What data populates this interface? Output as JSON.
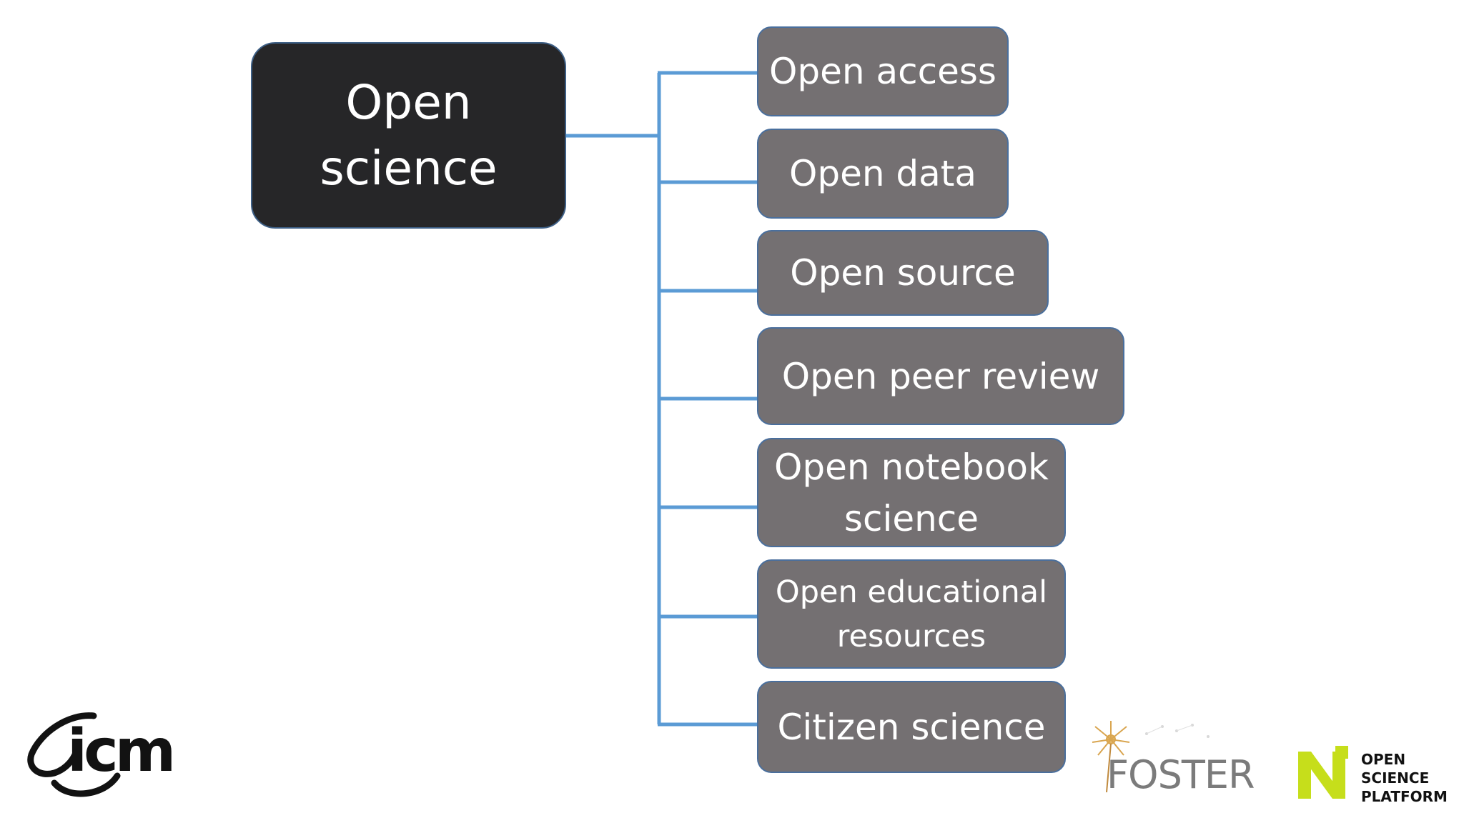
{
  "diagram": {
    "root": {
      "label": "Open\nscience"
    },
    "branches": [
      {
        "label": "Open access"
      },
      {
        "label": "Open data"
      },
      {
        "label": "Open source"
      },
      {
        "label": "Open peer review"
      },
      {
        "label": "Open notebook\nscience"
      },
      {
        "label": "Open educational\nresources"
      },
      {
        "label": "Citizen science"
      }
    ],
    "colors": {
      "root_fill": "#262628",
      "node_fill": "#747072",
      "connector": "#5b9bd5"
    }
  },
  "logos": {
    "icm": {
      "text": "icm"
    },
    "foster": {
      "text": "FOSTER"
    },
    "osp": {
      "text": "OPEN\nSCIENCE\nPLATFORM"
    }
  }
}
